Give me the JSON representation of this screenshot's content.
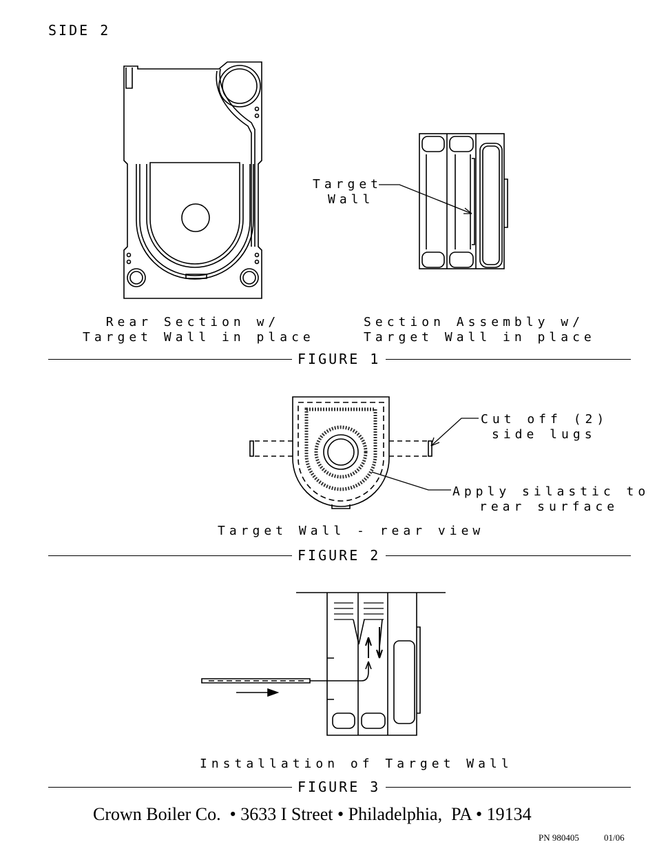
{
  "header": {
    "side": "SIDE 2"
  },
  "figure1": {
    "label": "FIGURE 1",
    "left_caption": [
      "Rear Section w/",
      "Target Wall in place"
    ],
    "right_caption": [
      "Section Assembly w/",
      "Target Wall in place"
    ],
    "callout_target_wall": [
      "Target",
      "Wall"
    ]
  },
  "figure2": {
    "label": "FIGURE 2",
    "callout_lugs": [
      "Cut off (2)",
      "side lugs"
    ],
    "callout_silastic": [
      "Apply silastic to",
      "rear surface"
    ],
    "caption": "Target Wall - rear view"
  },
  "figure3": {
    "label": "FIGURE 3",
    "caption": "Installation of Target Wall"
  },
  "footer": {
    "company": "Crown Boiler Co.  • 3633 I Street • Philadelphia,  PA • 19134",
    "part_number": "PN 980405",
    "date": "01/06"
  }
}
